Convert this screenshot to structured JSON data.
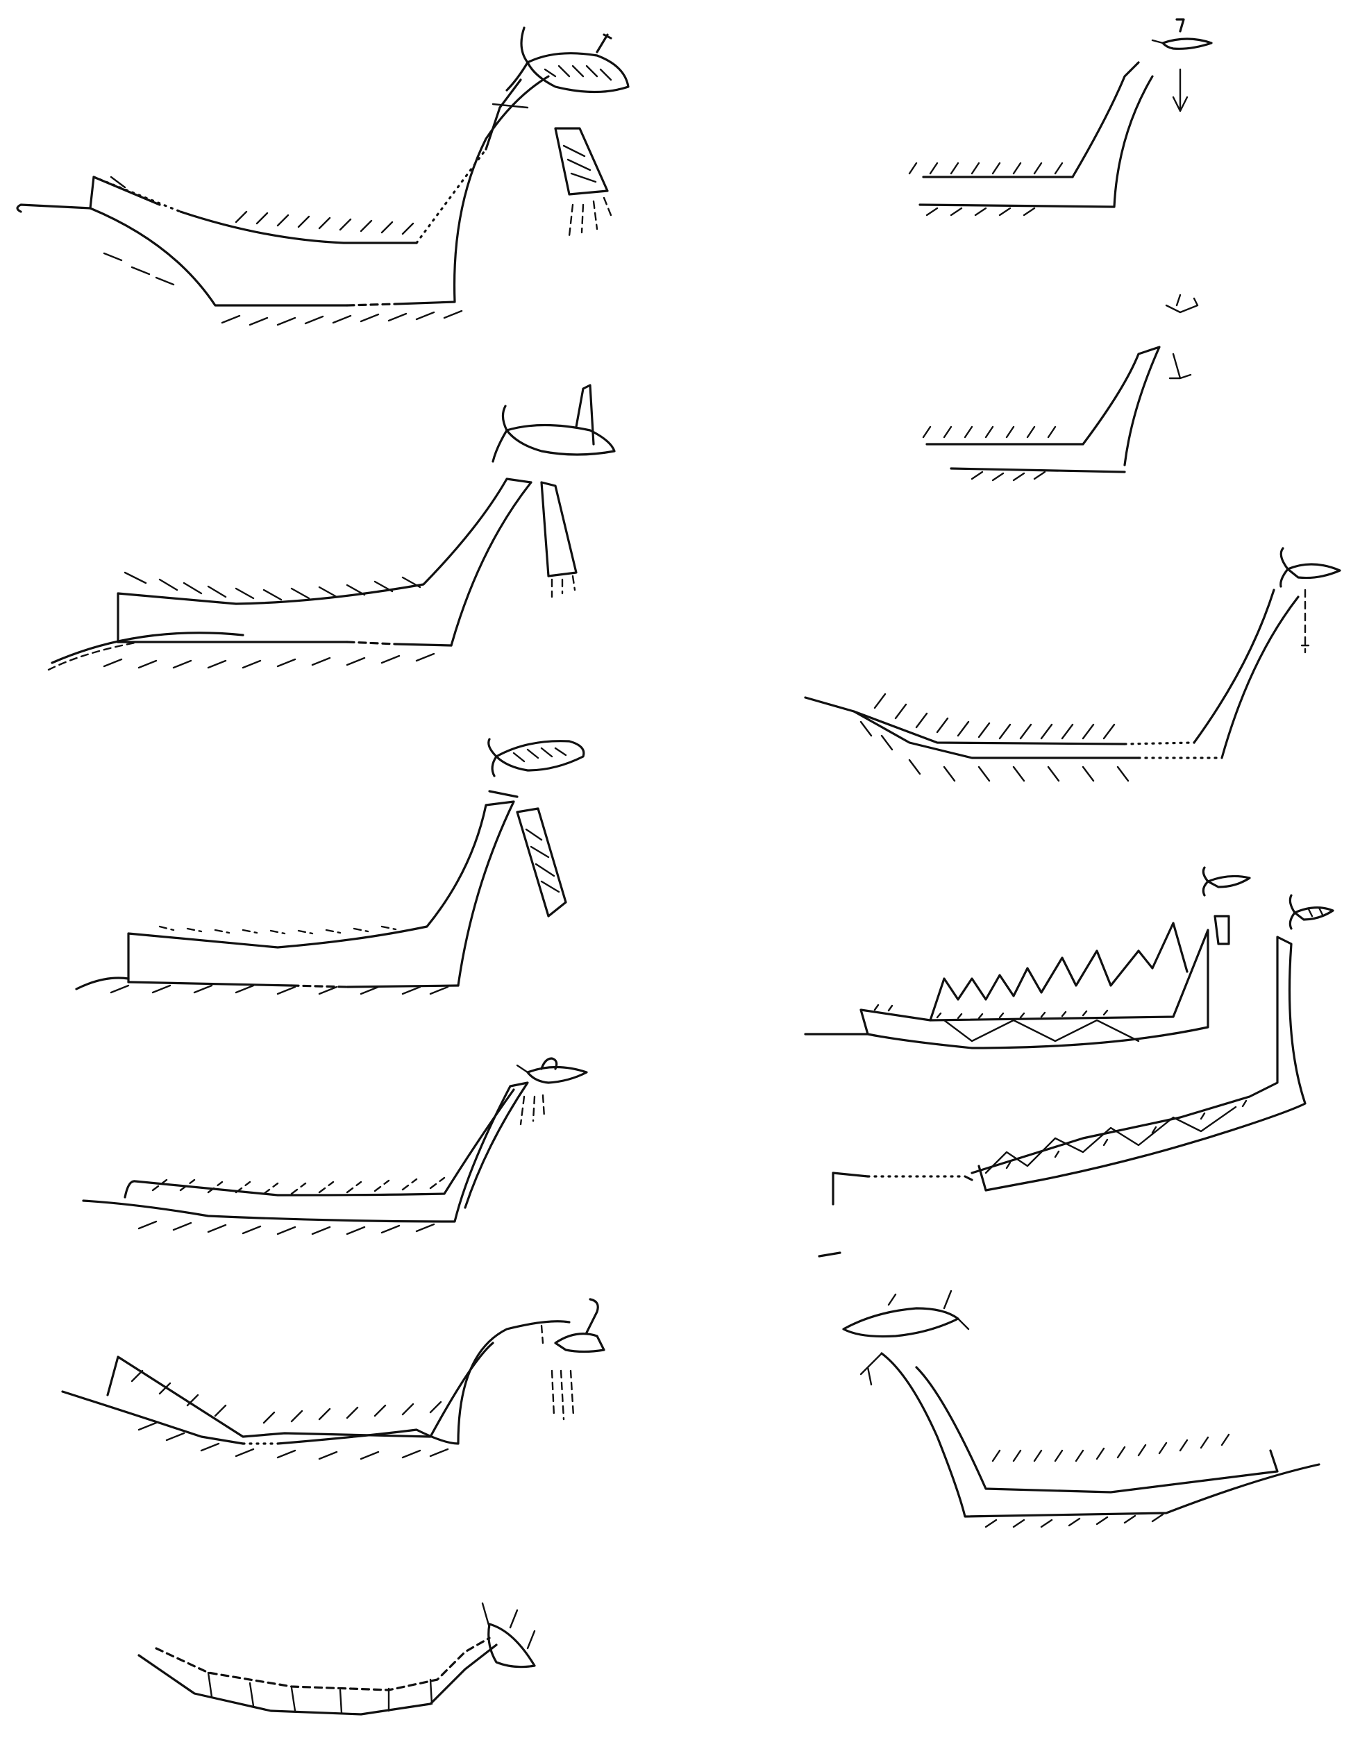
{
  "figure": {
    "background": "#ffffff",
    "ink": "#111111",
    "drawings": [
      {
        "id": "a",
        "column": "left",
        "figure": "boat-with-fish-prow"
      },
      {
        "id": "b",
        "column": "left",
        "figure": "boat-with-fish-prow"
      },
      {
        "id": "c",
        "column": "left",
        "figure": "boat-with-fish-prow"
      },
      {
        "id": "d",
        "column": "left",
        "figure": "boat-with-fish-prow"
      },
      {
        "id": "e",
        "column": "left",
        "figure": "boat-with-fish-prow"
      },
      {
        "id": "f",
        "column": "left",
        "figure": "boat-with-prow-head"
      },
      {
        "id": "g",
        "column": "right",
        "figure": "boat-with-fish-prow"
      },
      {
        "id": "h",
        "column": "right",
        "figure": "boat-with-fish-prow"
      },
      {
        "id": "i",
        "column": "right",
        "figure": "boat-with-fish-prow"
      },
      {
        "id": "j",
        "column": "right",
        "figure": "decorated-boat"
      },
      {
        "id": "k",
        "column": "right",
        "figure": "decorated-boat"
      },
      {
        "id": "l",
        "column": "right",
        "figure": "boat-with-prow-head"
      }
    ]
  }
}
